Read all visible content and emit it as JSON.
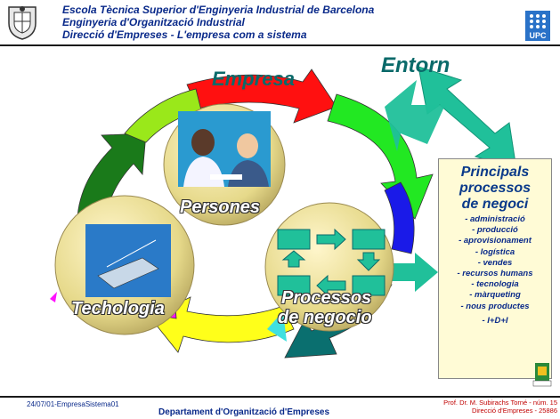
{
  "header": {
    "line1": "Escola Tècnica Superior d'Enginyeria Industrial de Barcelona",
    "line2": "Enginyeria d'Organització Industrial",
    "line3": "Direcció d'Empreses - L'empresa com a sistema",
    "logo_right_text": "UPC"
  },
  "diagram": {
    "environment_label": "Entorn",
    "company_label": "Empresa",
    "node_people": "Persones",
    "node_technology": "Techologia",
    "node_processes_line1": "Processos",
    "node_processes_line2": "de negocio"
  },
  "sidebar": {
    "title_line1": "Principals",
    "title_line2": "processos",
    "title_line3": "de negoci",
    "items": [
      "- administració",
      "- producció",
      "- aprovisionament",
      "- logística",
      "- vendes",
      "- recursos humans",
      "- tecnologia",
      "- màrqueting",
      "- nous productes",
      "- I+D+I"
    ]
  },
  "footer": {
    "left": "24/07/01-EmpresaSistema01",
    "center": "Departament d'Organització d'Empreses",
    "right_line1": "Prof. Dr. M. Subirachs Torné - núm. 15",
    "right_line2": "Direcció d'Empreses - 25886"
  },
  "colors": {
    "header_text": "#0a2a8a",
    "environment_text": "#0a6a6a",
    "arrow_teal": "#20c09a",
    "sidebar_bg": "#fffbd6"
  }
}
